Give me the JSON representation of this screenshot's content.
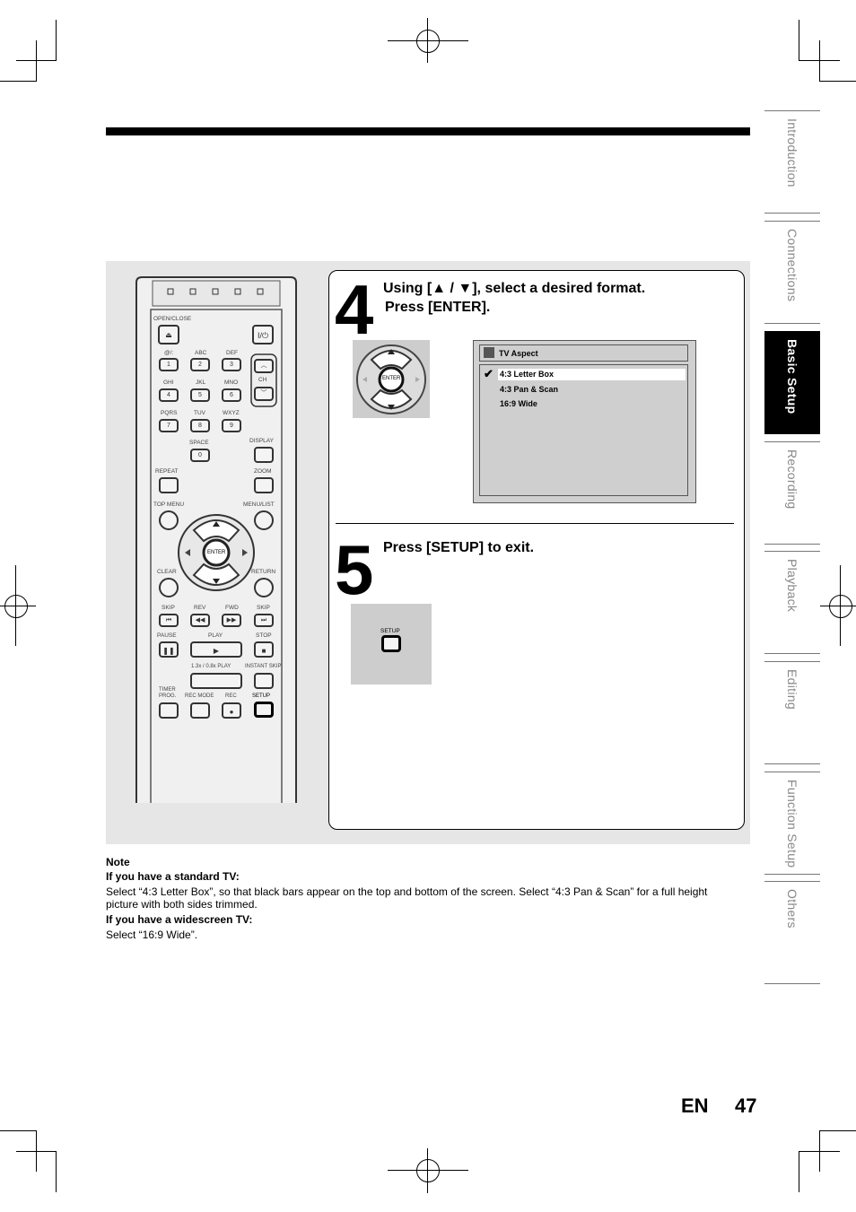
{
  "side_tabs": [
    "Introduction",
    "Connections",
    "Basic Setup",
    "Recording",
    "Playback",
    "Editing",
    "Function Setup",
    "Others"
  ],
  "active_tab": "Basic Setup",
  "step4": {
    "number": "4",
    "line1": "Using [▲ / ▼], select a desired format.",
    "line2": "Press [ENTER]."
  },
  "step5": {
    "number": "5",
    "text": "Press [SETUP] to exit."
  },
  "pad": {
    "enter_label": "ENTER"
  },
  "setup_image": {
    "label": "SETUP"
  },
  "menu": {
    "title": "TV Aspect",
    "options": [
      "4:3 Letter Box",
      "4:3 Pan & Scan",
      "16:9 Wide"
    ],
    "selected": "4:3 Letter Box"
  },
  "remote": {
    "open_close": "OPEN/CLOSE",
    "power": "I/⏻",
    "keys": [
      {
        "top": "@/:",
        "num": "1"
      },
      {
        "top": "ABC",
        "num": "2"
      },
      {
        "top": "DEF",
        "num": "3"
      },
      {
        "top": "GHI",
        "num": "4"
      },
      {
        "top": "JKL",
        "num": "5"
      },
      {
        "top": "MNO",
        "num": "6"
      },
      {
        "top": "PQRS",
        "num": "7"
      },
      {
        "top": "TUV",
        "num": "8"
      },
      {
        "top": "WXYZ",
        "num": "9"
      }
    ],
    "ch": "CH",
    "space": "SPACE",
    "zero": "0",
    "display": "DISPLAY",
    "repeat": "REPEAT",
    "zoom": "ZOOM",
    "top_menu": "TOP MENU",
    "menu_list": "MENU/LIST",
    "enter": "ENTER",
    "clear": "CLEAR",
    "return": "RETURN",
    "skip_back": "SKIP",
    "rev": "REV",
    "fwd": "FWD",
    "skip_fwd": "SKIP",
    "pause": "PAUSE",
    "play": "PLAY",
    "stop": "STOP",
    "speed_play": "1.3x / 0.8x PLAY",
    "instant_skip": "INSTANT SKIP",
    "timer_prog_1": "TIMER",
    "timer_prog_2": "PROG.",
    "rec_mode": "REC MODE",
    "rec": "REC",
    "setup": "SETUP"
  },
  "note": {
    "heading": "Note",
    "std_heading": "If you have a standard TV:",
    "std_text": "Select “4:3 Letter Box”, so that black bars appear on the top and bottom of the screen. Select “4:3 Pan & Scan” for a full height picture with both sides trimmed.",
    "wide_heading": "If you have a widescreen TV:",
    "wide_text": "Select “16:9 Wide”."
  },
  "footer": {
    "lang": "EN",
    "page": "47"
  }
}
